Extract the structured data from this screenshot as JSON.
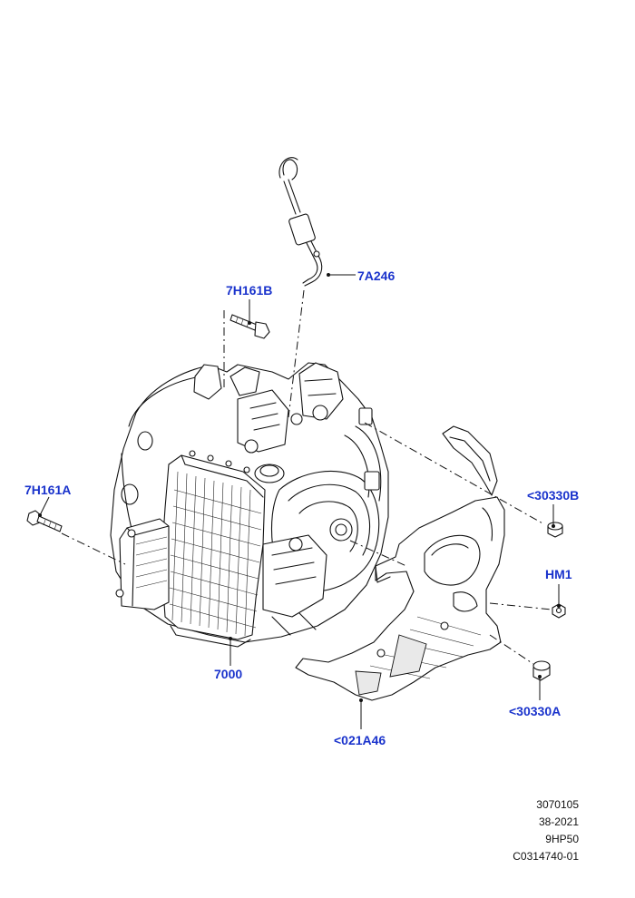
{
  "callouts": {
    "tube": "7A246",
    "bolt_b": "7H161B",
    "bolt_a": "7H161A",
    "transmission": "7000",
    "nut_b": "<30330B",
    "hm1": "HM1",
    "nut_a": "<30330A",
    "shield": "<021A46"
  },
  "reference": {
    "line1": "3070105",
    "line2": "38-2021",
    "line3": "9HP50",
    "line4": "C0314740-01"
  },
  "colors": {
    "callout": "#1a33cc",
    "line": "#111111"
  }
}
